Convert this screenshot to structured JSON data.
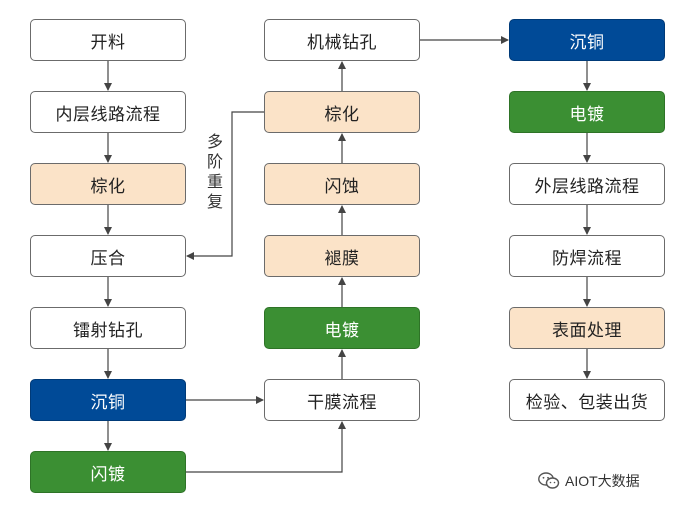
{
  "colors": {
    "white": "#ffffff",
    "peach": "#fbe3c8",
    "blue": "#004a97",
    "green": "#3b8f33",
    "line": "#444444"
  },
  "columns": {
    "left": [
      {
        "label": "开料",
        "style": "white"
      },
      {
        "label": "内层线路流程",
        "style": "white"
      },
      {
        "label": "棕化",
        "style": "peach"
      },
      {
        "label": "压合",
        "style": "white"
      },
      {
        "label": "镭射钻孔",
        "style": "white"
      },
      {
        "label": "沉铜",
        "style": "blue"
      },
      {
        "label": "闪镀",
        "style": "green"
      }
    ],
    "middle": [
      {
        "label": "机械钻孔",
        "style": "white"
      },
      {
        "label": "棕化",
        "style": "peach"
      },
      {
        "label": "闪蚀",
        "style": "peach"
      },
      {
        "label": "褪膜",
        "style": "peach"
      },
      {
        "label": "电镀",
        "style": "green"
      },
      {
        "label": "干膜流程",
        "style": "white"
      }
    ],
    "right": [
      {
        "label": "沉铜",
        "style": "blue"
      },
      {
        "label": "电镀",
        "style": "green"
      },
      {
        "label": "外层线路流程",
        "style": "white"
      },
      {
        "label": "防焊流程",
        "style": "white"
      },
      {
        "label": "表面处理",
        "style": "peach"
      },
      {
        "label": "检验、包装出货",
        "style": "white"
      }
    ]
  },
  "loop_label": [
    "多",
    "阶",
    "重",
    "复"
  ],
  "watermark": {
    "icon": "wechat-icon",
    "text": "AIOT大数据"
  }
}
